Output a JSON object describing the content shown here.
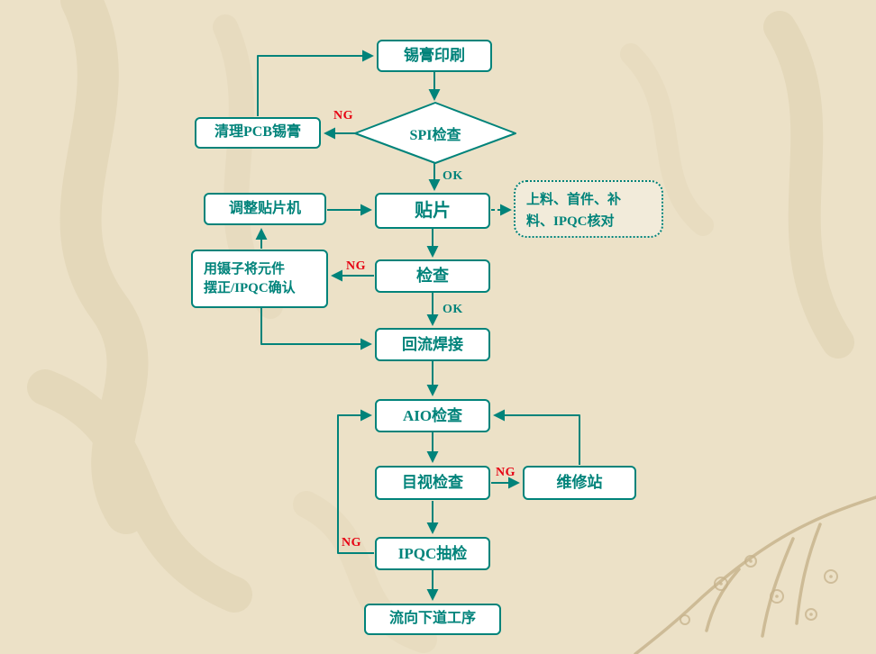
{
  "colors": {
    "teal": "#00837a",
    "red": "#e60012",
    "background": "#ece1c7",
    "box_fill": "#ffffff"
  },
  "nodes": {
    "print": {
      "label": "锡膏印刷"
    },
    "spi": {
      "label": "SPI检查"
    },
    "clean": {
      "label": "清理PCB锡膏"
    },
    "mount": {
      "label": "贴片"
    },
    "adjust": {
      "label": "调整贴片机"
    },
    "note": {
      "label": "上料、首件、补\n料、IPQC核对"
    },
    "inspect": {
      "label": "检查"
    },
    "tweezer": {
      "label": "用镊子将元件\n摆正/IPQC确认"
    },
    "reflow": {
      "label": "回流焊接"
    },
    "aoi": {
      "label": "AIO检查"
    },
    "visual": {
      "label": "目视检查"
    },
    "repair": {
      "label": "维修站"
    },
    "ipqc": {
      "label": "IPQC抽检"
    },
    "next": {
      "label": "流向下道工序"
    }
  },
  "edge_labels": {
    "spi_ng": "NG",
    "spi_ok": "OK",
    "inspect_ng": "NG",
    "inspect_ok": "OK",
    "visual_ng": "NG",
    "ipqc_ng": "NG"
  }
}
